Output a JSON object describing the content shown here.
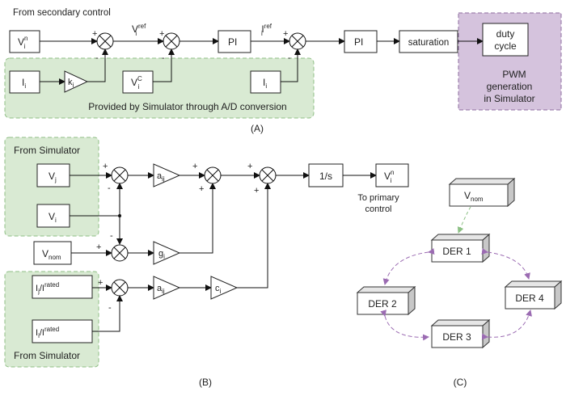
{
  "panelA": {
    "header": "From secondary control",
    "green_caption": "Provided by Simulator through A/D conversion",
    "purple_caption": [
      "PWM",
      "generation",
      "in Simulator"
    ],
    "caption": "(A)",
    "blocks": {
      "vin": {
        "base": "V",
        "sub": "i",
        "sup": "n"
      },
      "ii_left": {
        "base": "I",
        "sub": "i"
      },
      "ki": {
        "base": "k",
        "sub": "i"
      },
      "vic": {
        "base": "V",
        "sub": "i",
        "sup": "C"
      },
      "ii_right": {
        "base": "I",
        "sub": "i"
      },
      "pi1": "PI",
      "pi2": "PI",
      "saturation": "saturation",
      "duty": [
        "duty",
        "cycle"
      ]
    },
    "signals": {
      "vref": {
        "base": "V",
        "sub": "i",
        "sup": "ref"
      },
      "iref": {
        "base": "I",
        "sub": "i",
        "sup": "ref"
      }
    }
  },
  "panelB": {
    "from_sim_top": "From Simulator",
    "from_sim_bottom": "From Simulator",
    "caption": "(B)",
    "blocks": {
      "vj": {
        "base": "V",
        "sub": "j"
      },
      "vi": {
        "base": "V",
        "sub": "i"
      },
      "vnom": {
        "base": "V",
        "sub": "nom"
      },
      "ij_ratio": {
        "a": "I",
        "asub": "j",
        "b": "I",
        "bsub": "j",
        "bsup": "rated"
      },
      "ii_ratio": {
        "a": "I",
        "asub": "i",
        "b": "I",
        "bsub": "i",
        "bsup": "rated"
      },
      "aij_top": {
        "base": "a",
        "sub": "ij"
      },
      "gi": {
        "base": "g",
        "sub": "i"
      },
      "aij_bottom": {
        "base": "a",
        "sub": "ij"
      },
      "ci": {
        "base": "c",
        "sub": "i"
      },
      "integrator": "1/s",
      "vin_out": {
        "base": "V",
        "sub": "i",
        "sup": "n"
      }
    },
    "to_primary": [
      "To primary",
      "control"
    ]
  },
  "panelC": {
    "vnom": {
      "base": "V",
      "sub": "nom"
    },
    "der1": "DER 1",
    "der2": "DER 2",
    "der3": "DER 3",
    "der4": "DER 4",
    "caption": "(C)"
  },
  "signs": {
    "plus": "+",
    "minus": "-"
  },
  "colors": {
    "green_fill": "#d9ead3",
    "green_border": "#8fbf85",
    "purple_fill": "#d5c3dd",
    "purple_border": "#8e6ea0",
    "purple_arrow": "#9b6bb2",
    "green_arrow": "#8cc084"
  }
}
